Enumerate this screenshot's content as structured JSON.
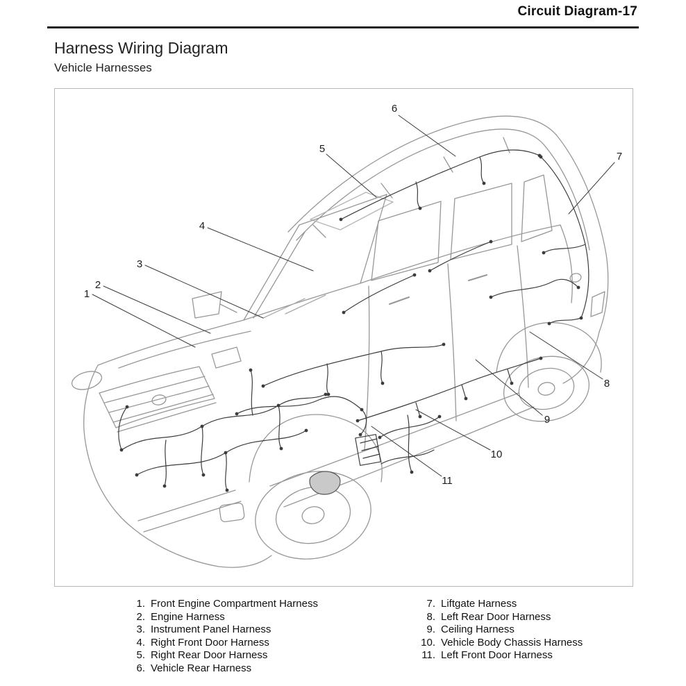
{
  "page": {
    "header": "Circuit Diagram-17",
    "title": "Harness Wiring Diagram",
    "subtitle": "Vehicle Harnesses"
  },
  "figure": {
    "description": "Isometric line drawing of an SUV showing routed wiring harnesses with numbered callouts",
    "callouts": [
      {
        "label": "1"
      },
      {
        "label": "2"
      },
      {
        "label": "3"
      },
      {
        "label": "4"
      },
      {
        "label": "5"
      },
      {
        "label": "6"
      },
      {
        "label": "7"
      },
      {
        "label": "8"
      },
      {
        "label": "9"
      },
      {
        "label": "10"
      },
      {
        "label": "11"
      }
    ]
  },
  "legend": {
    "left": [
      {
        "num": "1.",
        "label": "Front Engine Compartment Harness"
      },
      {
        "num": "2.",
        "label": "Engine Harness"
      },
      {
        "num": "3.",
        "label": "Instrument Panel Harness"
      },
      {
        "num": "4.",
        "label": "Right Front Door Harness"
      },
      {
        "num": "5.",
        "label": "Right Rear Door Harness"
      },
      {
        "num": "6.",
        "label": "Vehicle Rear Harness"
      }
    ],
    "right": [
      {
        "num": "7.",
        "label": "Liftgate Harness"
      },
      {
        "num": "8.",
        "label": "Left Rear Door Harness"
      },
      {
        "num": "9.",
        "label": "Ceiling Harness"
      },
      {
        "num": "10.",
        "label": "Vehicle Body Chassis Harness"
      },
      {
        "num": "11.",
        "label": "Left Front Door Harness"
      }
    ]
  }
}
